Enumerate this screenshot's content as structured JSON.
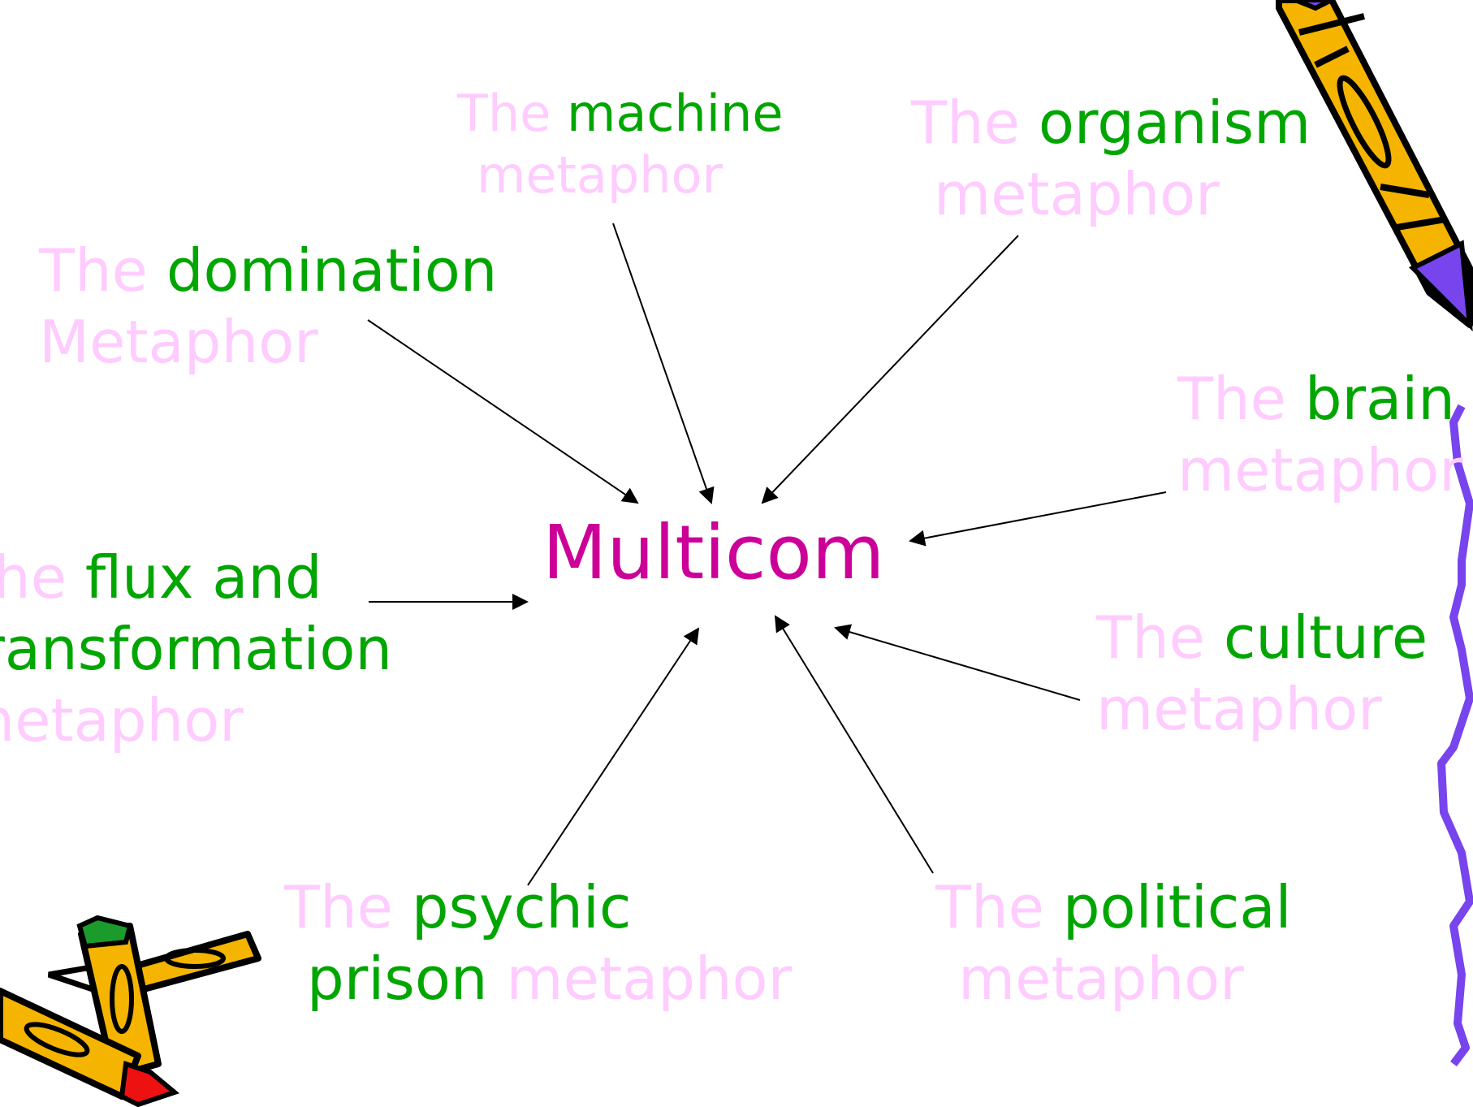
{
  "center": {
    "text": "Multicom",
    "color": "#cc0099"
  },
  "colors": {
    "prefix": "#ffccff",
    "keyword": "#00a600",
    "arrow": "#000000",
    "pencil_body": "#f5b400",
    "squiggle": "#7744ee"
  },
  "metaphors": [
    {
      "id": "machine",
      "l1a": "The",
      "l1b": "machine",
      "l2a": "metaphor",
      "l2b": ""
    },
    {
      "id": "organism",
      "l1a": "The",
      "l1b": "organism",
      "l2a": "metaphor",
      "l2b": ""
    },
    {
      "id": "domination",
      "l1a": "The",
      "l1b": "domination",
      "l2a": "Metaphor",
      "l2b": ""
    },
    {
      "id": "brain",
      "l1a": "The",
      "l1b": "brain",
      "l2a": "metaphor",
      "l2b": ""
    },
    {
      "id": "flux",
      "l1a": "The",
      "l1b": "flux and",
      "l2a": "transformation",
      "l3": "metaphor"
    },
    {
      "id": "culture",
      "l1a": "The",
      "l1b": "culture",
      "l2a": "metaphor",
      "l2b": ""
    },
    {
      "id": "psychic",
      "l1a": "The",
      "l1b": "psychic",
      "l2a": "prison",
      "l2b": "metaphor"
    },
    {
      "id": "political",
      "l1a": "The",
      "l1b": "political",
      "l2a": "metaphor",
      "l2b": ""
    }
  ],
  "icons": [
    "pencil-icon",
    "pencils-icon",
    "squiggle-icon"
  ]
}
